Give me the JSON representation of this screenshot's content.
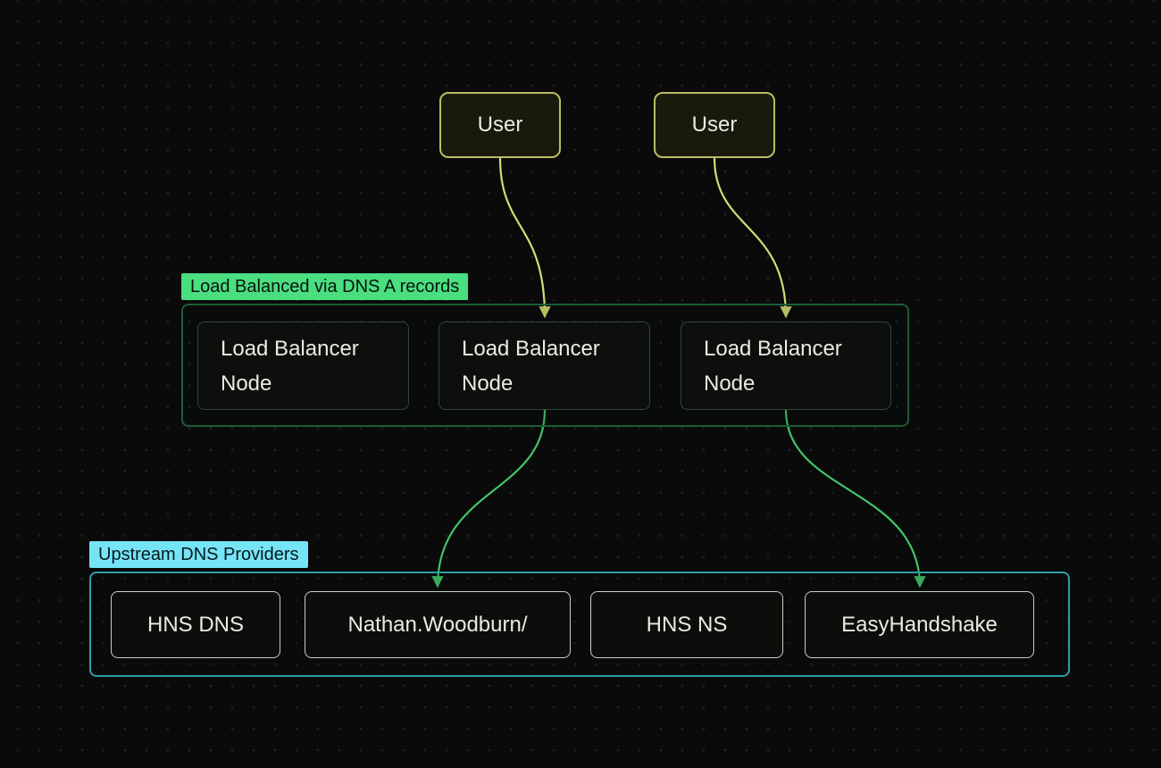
{
  "diagram": {
    "users": [
      {
        "id": "user-1",
        "label": "User"
      },
      {
        "id": "user-2",
        "label": "User"
      }
    ],
    "groups": {
      "load_balancers": {
        "title": "Load Balanced via DNS A records",
        "nodes": [
          {
            "id": "load-balancer-node-1",
            "label": "Load Balancer Node"
          },
          {
            "id": "load-balancer-node-2",
            "label": "Load Balancer Node"
          },
          {
            "id": "load-balancer-node-3",
            "label": "Load Balancer Node"
          }
        ]
      },
      "upstream": {
        "title": "Upstream DNS Providers",
        "nodes": [
          {
            "id": "hns-dns",
            "label": "HNS DNS"
          },
          {
            "id": "nathan-woodburn",
            "label": "Nathan.Woodburn/"
          },
          {
            "id": "hns-ns",
            "label": "HNS NS"
          },
          {
            "id": "easyhandshake",
            "label": "EasyHandshake"
          }
        ]
      }
    },
    "edges": [
      {
        "from": "user-1",
        "to": "load-balancer-node-2",
        "color": "#d6da74"
      },
      {
        "from": "user-2",
        "to": "load-balancer-node-3",
        "color": "#d6da74"
      },
      {
        "from": "load-balancer-node-2",
        "to": "nathan-woodburn",
        "color": "#41c46a"
      },
      {
        "from": "load-balancer-node-3",
        "to": "easyhandshake",
        "color": "#41c46a"
      }
    ],
    "colors": {
      "background": "#0a0a0a",
      "dot_grid": "#232323",
      "user_border": "#b9bd62",
      "user_arrow": "#d6da74",
      "lb_container_border": "#1e5c36",
      "lb_label_bg": "#4ade80",
      "lb_node_border": "#31473a",
      "upstream_container_border": "#2f9fa8",
      "upstream_label_bg": "#76e4f7",
      "upstream_node_border": "#c9cec6",
      "green_arrow": "#41c46a",
      "text": "#e9ebe4"
    }
  }
}
